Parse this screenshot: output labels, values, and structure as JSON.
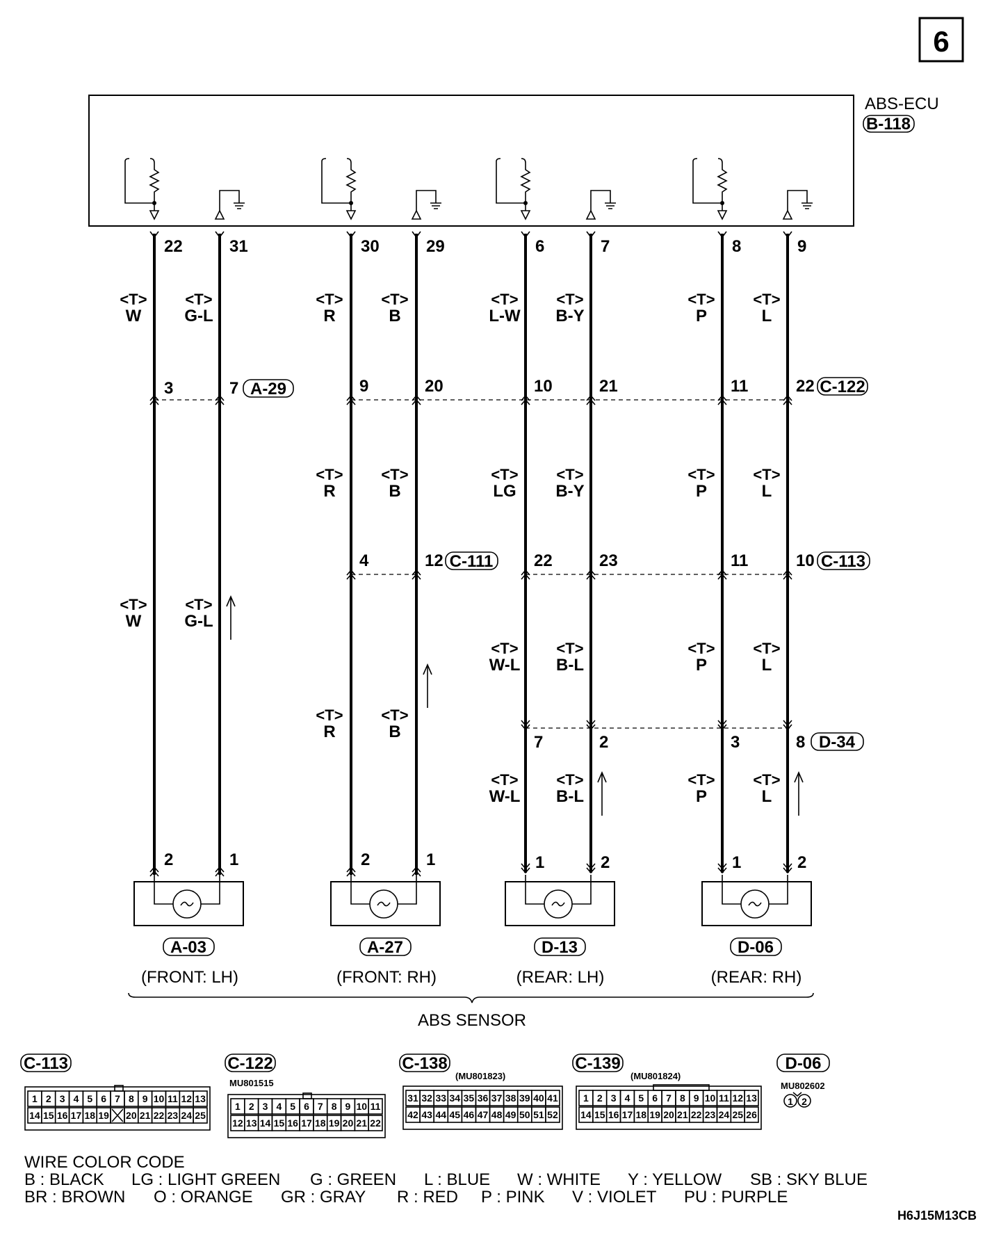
{
  "page_number": "6",
  "ecu": {
    "name": "ABS-ECU",
    "connector": "B-118"
  },
  "ecu_pins": [
    "22",
    "31",
    "30",
    "29",
    "6",
    "7",
    "8",
    "9"
  ],
  "harness_marker": "<T>",
  "wire_colors": {
    "top": [
      "W",
      "G-L",
      "R",
      "B",
      "L-W",
      "B-Y",
      "P",
      "L"
    ],
    "mid": [
      "R",
      "B",
      "LG",
      "B-Y",
      "P",
      "L"
    ],
    "lower_front_lh": [
      "W",
      "G-L"
    ],
    "lower_front_rh": [
      "R",
      "B"
    ],
    "lower_rear_a": [
      "W-L",
      "B-L",
      "P",
      "L"
    ],
    "lower_rear_b": [
      "W-L",
      "B-L",
      "P",
      "L"
    ]
  },
  "junctions": {
    "a29": {
      "pins": [
        "3",
        "7"
      ],
      "connector": "A-29"
    },
    "c122": {
      "pins": [
        "9",
        "20",
        "10",
        "21",
        "11",
        "22"
      ],
      "connector": "C-122"
    },
    "c111_113": {
      "pins": [
        "4",
        "12",
        "22",
        "23",
        "11",
        "10"
      ],
      "connectors": [
        "C-111",
        "C-113"
      ]
    },
    "d34": {
      "pins": [
        "7",
        "2",
        "3",
        "8"
      ],
      "connector": "D-34"
    }
  },
  "sensors": [
    {
      "pins": [
        "2",
        "1"
      ],
      "connector": "A-03",
      "position": "(FRONT: LH)"
    },
    {
      "pins": [
        "2",
        "1"
      ],
      "connector": "A-27",
      "position": "(FRONT: RH)"
    },
    {
      "pins": [
        "1",
        "2"
      ],
      "connector": "D-13",
      "position": "(REAR: LH)"
    },
    {
      "pins": [
        "1",
        "2"
      ],
      "connector": "D-06",
      "position": "(REAR: RH)"
    }
  ],
  "sensor_group_label": "ABS SENSOR",
  "connector_views": [
    {
      "id": "C-113",
      "part": "",
      "row1": [
        "1",
        "2",
        "3",
        "4",
        "5",
        "6",
        "7",
        "8",
        "9",
        "10",
        "11",
        "12",
        "13"
      ],
      "row2": [
        "14",
        "15",
        "16",
        "17",
        "18",
        "19",
        "",
        "20",
        "21",
        "22",
        "23",
        "24",
        "25"
      ]
    },
    {
      "id": "C-122",
      "part": "MU801515",
      "row1": [
        "1",
        "2",
        "3",
        "4",
        "5",
        "6",
        "7",
        "8",
        "9",
        "10",
        "11"
      ],
      "row2": [
        "12",
        "13",
        "14",
        "15",
        "16",
        "17",
        "18",
        "19",
        "20",
        "21",
        "22"
      ]
    },
    {
      "id": "C-138",
      "part": "(MU801823)",
      "row1": [
        "31",
        "32",
        "33",
        "34",
        "35",
        "36",
        "37",
        "38",
        "39",
        "40",
        "41"
      ],
      "row2": [
        "42",
        "43",
        "44",
        "45",
        "46",
        "47",
        "48",
        "49",
        "50",
        "51",
        "52"
      ]
    },
    {
      "id": "C-139",
      "part": "(MU801824)",
      "row1": [
        "1",
        "2",
        "3",
        "4",
        "5",
        "6",
        "7",
        "8",
        "9",
        "10",
        "11",
        "12",
        "13"
      ],
      "row2": [
        "14",
        "15",
        "16",
        "17",
        "18",
        "19",
        "20",
        "21",
        "22",
        "23",
        "24",
        "25",
        "26"
      ]
    },
    {
      "id": "D-06",
      "part": "MU802602",
      "row1": [
        "1",
        "2"
      ],
      "row2": []
    }
  ],
  "legend": {
    "title": "WIRE COLOR CODE",
    "row1": [
      "B : BLACK",
      "LG : LIGHT GREEN",
      "G : GREEN",
      "L : BLUE",
      "W : WHITE",
      "Y : YELLOW",
      "SB : SKY BLUE"
    ],
    "row2": [
      "BR : BROWN",
      "O : ORANGE",
      "GR : GRAY",
      "R : RED",
      "P : PINK",
      "V : VIOLET",
      "PU : PURPLE"
    ]
  },
  "diagram_code": "H6J15M13CB"
}
